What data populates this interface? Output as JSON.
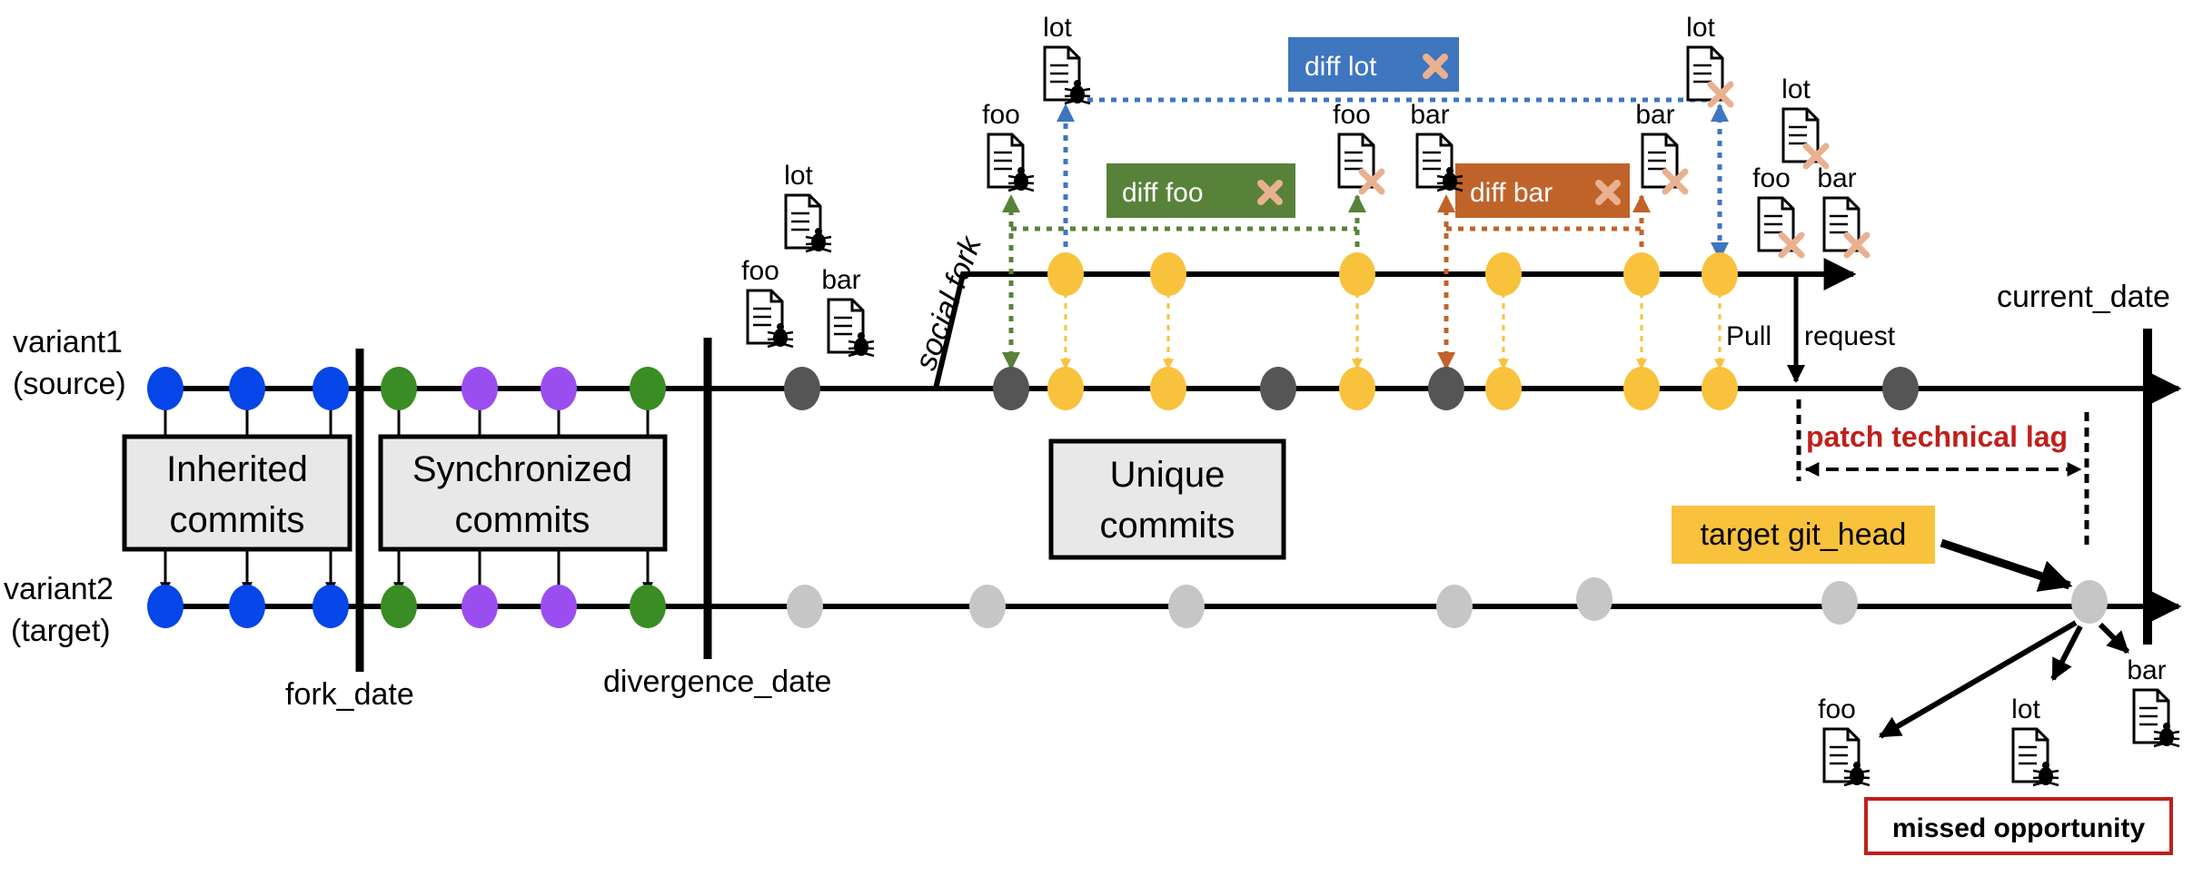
{
  "labels": {
    "variant1_line1": "variant1",
    "variant1_line2": "(source)",
    "variant2_line1": "variant2",
    "variant2_line2": "(target)",
    "fork_date": "fork_date",
    "divergence_date": "divergence_date",
    "current_date": "current_date",
    "social_fork": "social fork",
    "pull": "Pull",
    "request": "request",
    "patch_technical_lag": "patch technical lag",
    "missed_opportunity": "missed opportunity",
    "target_git_head": "target git_head"
  },
  "boxes": {
    "inherited_line1": "Inherited",
    "inherited_line2": "commits",
    "synchronized_line1": "Synchronized",
    "synchronized_line2": "commits",
    "unique_line1": "Unique",
    "unique_line2": "commits"
  },
  "diff_tags": {
    "lot": "diff lot",
    "foo": "diff  foo",
    "bar": "diff bar"
  },
  "files": {
    "foo": "foo",
    "bar": "bar",
    "lot": "lot"
  },
  "colors": {
    "inherited": "#0645e8",
    "synchronized_green": "#3a8c24",
    "synchronized_purple": "#9b4ef0",
    "unique_yellow": "#f8c23c",
    "unique_dark": "#555555",
    "target_grey": "#c6c6c6",
    "diff_lot": "#3e76bf",
    "diff_foo": "#58823a",
    "diff_bar": "#c0632a",
    "lag_red": "#c0201c",
    "cross": "#e8b190"
  }
}
